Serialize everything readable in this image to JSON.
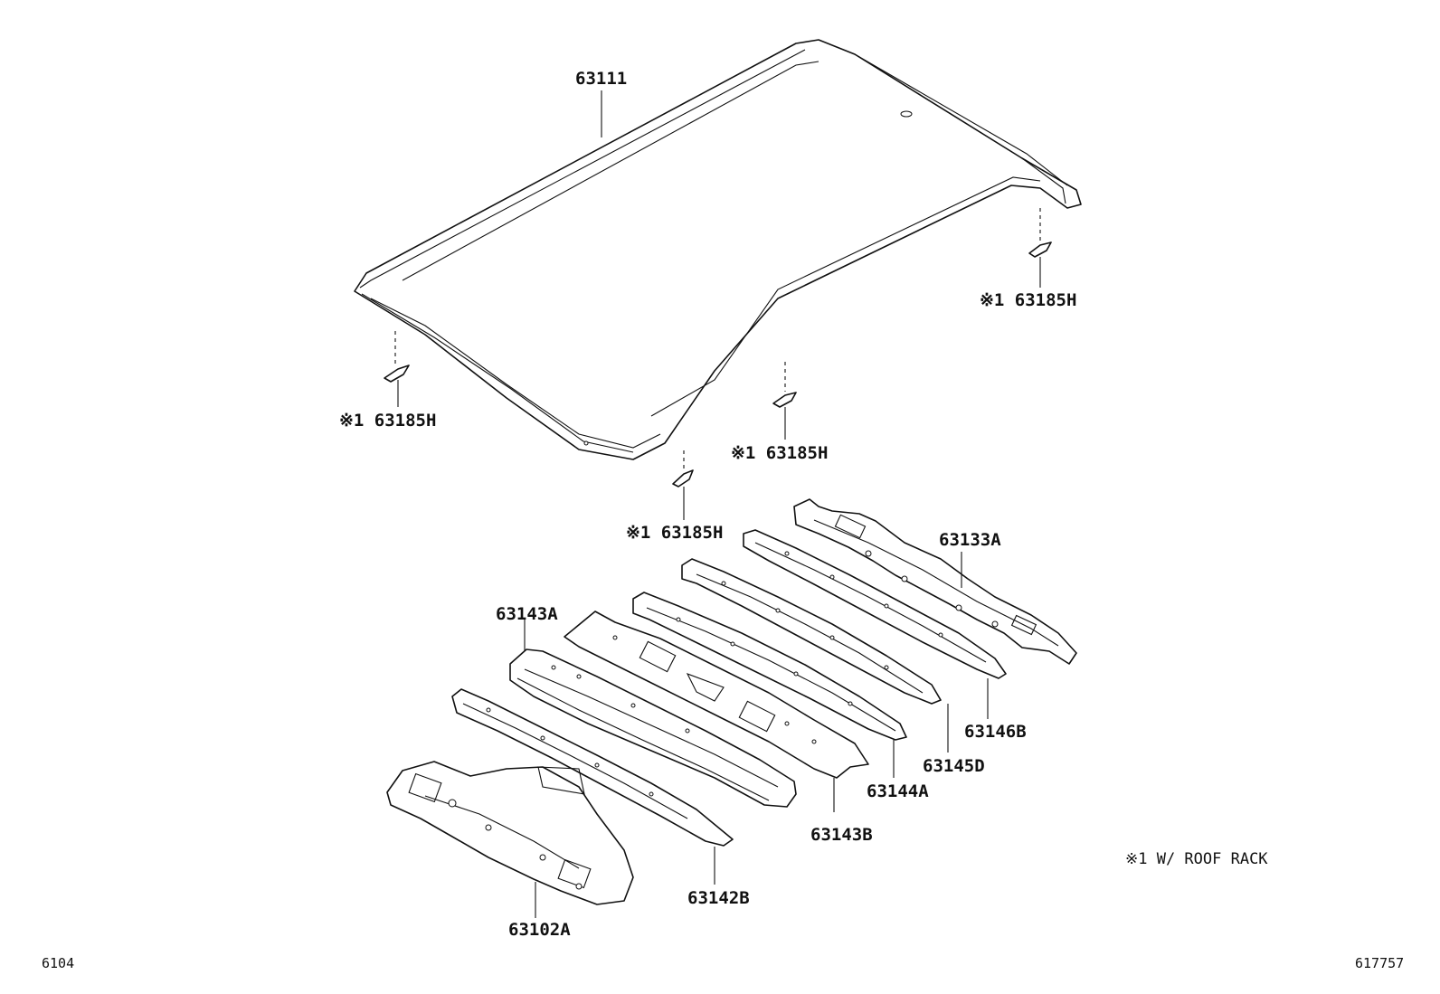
{
  "parts": {
    "roof_panel": "63111",
    "clip_rear_right": "※1 63185H",
    "clip_front_left": "※1 63185H",
    "clip_mid_right": "※1 63185H",
    "clip_front_mid": "※1 63185H",
    "bow_rear": "63133A",
    "header_front": "63143A",
    "bow_146b": "63146B",
    "bow_145d": "63145D",
    "bow_144a": "63144A",
    "bow_143b": "63143B",
    "bow_142b": "63142B",
    "front_header_panel": "63102A"
  },
  "legend_note": "※1 W/ ROOF RACK",
  "page_code_left": "6104",
  "page_code_right": "617757"
}
